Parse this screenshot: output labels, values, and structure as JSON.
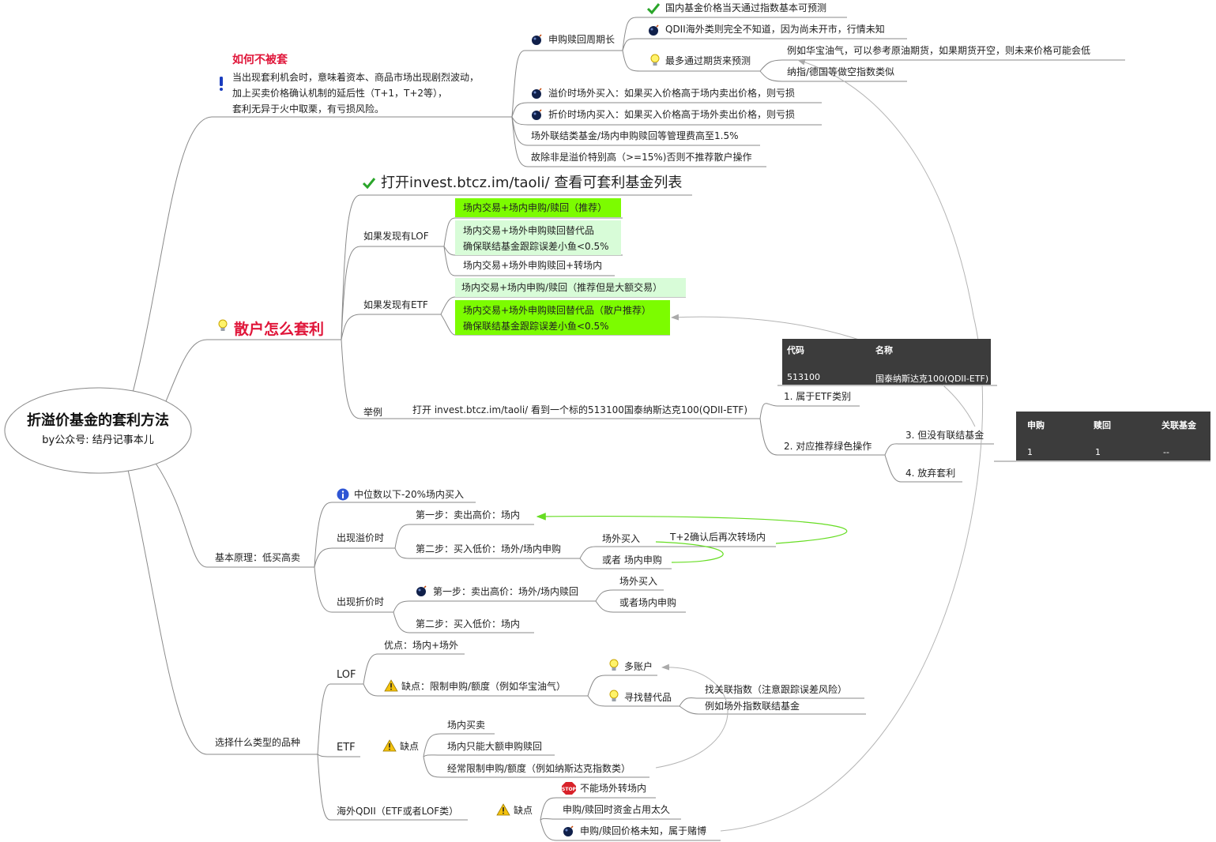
{
  "root": {
    "title": "折溢价基金的套利方法",
    "subtitle": "by公众号: 结丹记事本儿"
  },
  "b1": {
    "title": "如何不被套",
    "desc": [
      "当出现套利机会时，意味着资本、商品市场出现剧烈波动，",
      "加上买卖价格确认机制的延后性（T+1，T+2等），",
      "套利无异于火中取栗，有亏损风险。"
    ],
    "cycle": "申购赎回周期长",
    "c1": "国内基金价格当天通过指数基本可预测",
    "c2": "QDII海外类则完全不知道，因为尚未开市，行情未知",
    "c3": "最多通过期货来预测",
    "c3a": "例如华宝油气，可以参考原油期货，如果期货开空，则未来价格可能会低",
    "c3b": "纳指/德国等做空指数类似",
    "r2": "溢价时场外买入：如果买入价格高于场内卖出价格，则亏损",
    "r3": "折价时场内买入：如果买入价格高于场外卖出价格，则亏损",
    "r4": "场外联结类基金/场内申购赎回等管理费高至1.5%",
    "r5": "故除非是溢价特别高（>=15%)否则不推荐散户操作"
  },
  "b2": {
    "title": "散户怎么套利",
    "url": "打开invest.btcz.im/taoli/ 查看可套利基金列表",
    "lof": "如果发现有LOF",
    "lof1": "场内交易+场内申购/赎回（推荐）",
    "lof2a": "场内交易+场外申购赎回替代品",
    "lof2b": "确保联结基金跟踪误差小鱼<0.5%",
    "lof3": "场内交易+场外申购赎回+转场内",
    "etf": "如果发现有ETF",
    "etf1": "场内交易+场内申购/赎回（推荐但是大额交易）",
    "etf2a": "场内交易+场外申购赎回替代品（散户推荐）",
    "etf2b": "确保联结基金跟踪误差小鱼<0.5%",
    "ex": "举例",
    "ex_text": "打开 invest.btcz.im/taoli/ 看到一个标的513100国泰纳斯达克100(QDII-ETF)",
    "ex1": "1. 属于ETF类别",
    "ex2": "2. 对应推荐绿色操作",
    "ex3": "3. 但没有联结基金",
    "ex4": "4. 放弃套利",
    "table1": {
      "h1": "代码",
      "h2": "名称",
      "v1": "513100",
      "v2": "国泰纳斯达克100(QDII-ETF)"
    },
    "table2": {
      "h1": "申购",
      "h2": "赎回",
      "h3": "关联基金",
      "v1": "1",
      "v2": "1",
      "v3": "--"
    }
  },
  "b3": {
    "title": "基本原理：低买高卖",
    "median": "中位数以下-20%场内买入",
    "prem": "出现溢价时",
    "p1": "第一步：卖出高价：场内",
    "p2": "第二步：买入低价：场外/场内申购",
    "p2a": "场外买入",
    "p2b": "或者 场内申购",
    "t2": "T+2确认后再次转场内",
    "disc": "出现折价时",
    "d1": "第一步：卖出高价：场外/场内赎回",
    "d1a": "场外买入",
    "d1b": "或者场内申购",
    "d2": "第二步：买入低价：场内"
  },
  "b4": {
    "title": "选择什么类型的品种",
    "lof": "LOF",
    "lof_pro": "优点：场内+场外",
    "lof_con": "缺点：限制申购/额度（例如华宝油气）",
    "multi": "多账户",
    "sub": "寻找替代品",
    "sub_a": "找关联指数（注意跟踪误差风险）",
    "sub_b": "例如场外指数联结基金",
    "etf": "ETF",
    "etf_con": "缺点",
    "etf_c1": "场内买卖",
    "etf_c2": "场内只能大额申购赎回",
    "etf_c3": "经常限制申购/额度（例如纳斯达克指数类）",
    "qdii": "海外QDII（ETF或者LOF类）",
    "qdii_con": "缺点",
    "q1": "不能场外转场内",
    "q2": "申购/赎回时资金占用太久",
    "q3": "申购/赎回价格未知，属于赌博",
    "stop": "STOP"
  }
}
